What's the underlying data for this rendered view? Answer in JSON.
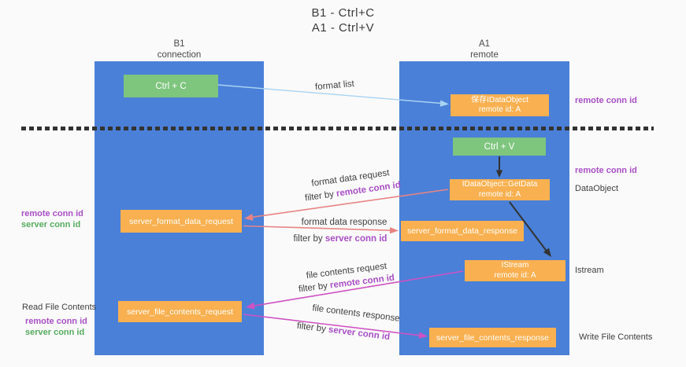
{
  "title": {
    "line1": "B1 - Ctrl+C",
    "line2": "A1 - Ctrl+V"
  },
  "lanes": {
    "left": {
      "name": "B1",
      "role": "connection"
    },
    "right": {
      "name": "A1",
      "role": "remote"
    }
  },
  "boxes": {
    "ctrl_c": {
      "label": "Ctrl + C"
    },
    "save_dataobject": {
      "line1": "保存IDataObject",
      "line2": "remote id: A"
    },
    "ctrl_v": {
      "label": "Ctrl + V"
    },
    "getdata": {
      "line1": "IDataObject::GetData",
      "line2": "remote id: A"
    },
    "server_format_data_request": {
      "label": "server_format_data_request"
    },
    "server_format_data_response": {
      "label": "server_format_data_response"
    },
    "istream": {
      "line1": "IStream",
      "line2": "remote id: A"
    },
    "server_file_contents_request": {
      "label": "server_file_contents_request"
    },
    "server_file_contents_response": {
      "label": "server_file_contents_response"
    }
  },
  "flow_labels": {
    "format_list": "format list",
    "format_data_request": "format data request",
    "format_data_request_filter": {
      "prefix": "filter by ",
      "key": "remote conn id"
    },
    "format_data_response": "format data response",
    "format_data_response_filter": {
      "prefix": "filter by ",
      "key": "server conn id"
    },
    "file_contents_request": "file contents request",
    "file_contents_request_filter": {
      "prefix": "filter by ",
      "key": "remote conn id"
    },
    "file_contents_response": "file contents response",
    "file_contents_response_filter": {
      "prefix": "filter by ",
      "key": "server conn id"
    }
  },
  "side_labels": {
    "right_remote_conn_id_top": "remote conn id",
    "right_remote_conn_id_mid": "remote conn id",
    "right_dataobject": "DataObject",
    "right_istream": "Istream",
    "right_write_file_contents": "Write File Contents",
    "left_remote_conn_id_top": "remote conn id",
    "left_server_conn_id_top": "server conn id",
    "left_read_file_contents": "Read File Contents",
    "left_remote_conn_id_bottom": "remote conn id",
    "left_server_conn_id_bottom": "server conn id"
  },
  "colors": {
    "lane_blue": "#4a80d8",
    "box_green": "#7ec57e",
    "box_orange": "#f9b050",
    "text_purple": "#a84fc5",
    "text_green": "#56ab5e",
    "arrow_salmon": "#e88484",
    "arrow_magenta": "#cf52c3",
    "arrow_lightblue": "#a9d3f2",
    "arrow_black": "#333333",
    "separator_dark": "#333333"
  }
}
